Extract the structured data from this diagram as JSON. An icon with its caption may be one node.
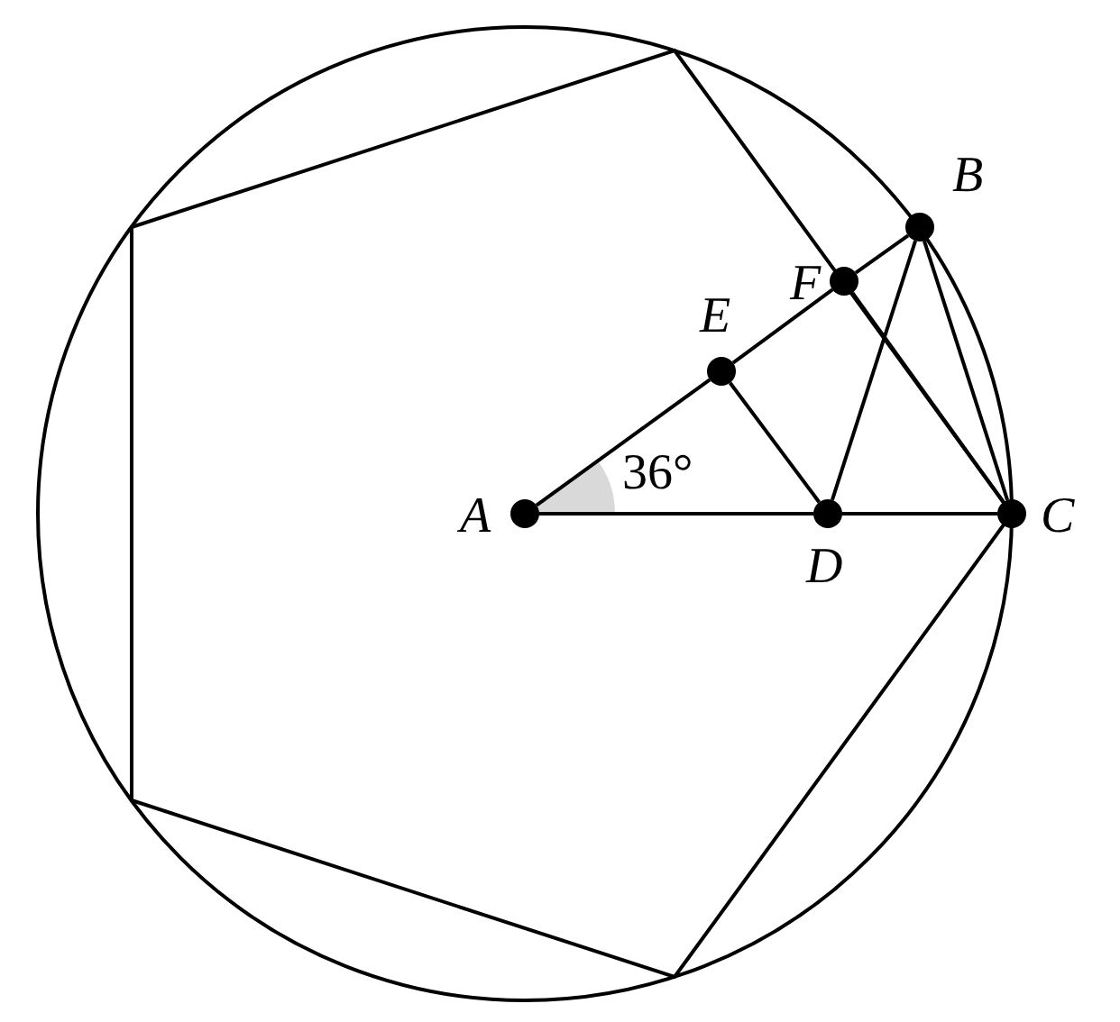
{
  "diagram": {
    "nodes": [
      {
        "text": [
          "B"
        ]
      },
      {
        "text": [
          "F"
        ]
      },
      {
        "text": [
          "E"
        ]
      },
      {
        "text": [
          "A"
        ]
      },
      {
        "text": [
          "D"
        ]
      },
      {
        "text": [
          "C"
        ]
      }
    ],
    "edges": [
      {
        "from": 3,
        "to": 2,
        "arrow": "none"
      },
      {
        "from": 2,
        "to": 1,
        "arrow": "none"
      },
      {
        "from": 1,
        "to": 0,
        "arrow": "none"
      },
      {
        "from": 3,
        "to": 4,
        "arrow": "none"
      },
      {
        "from": 4,
        "to": 5,
        "arrow": "none"
      },
      {
        "from": 2,
        "to": 4,
        "arrow": "none"
      },
      {
        "from": 4,
        "to": 0,
        "arrow": "none"
      },
      {
        "from": 0,
        "to": 5,
        "arrow": "none"
      },
      {
        "from": 1,
        "to": 5,
        "arrow": "none"
      }
    ],
    "labels": [
      "36°"
    ]
  }
}
